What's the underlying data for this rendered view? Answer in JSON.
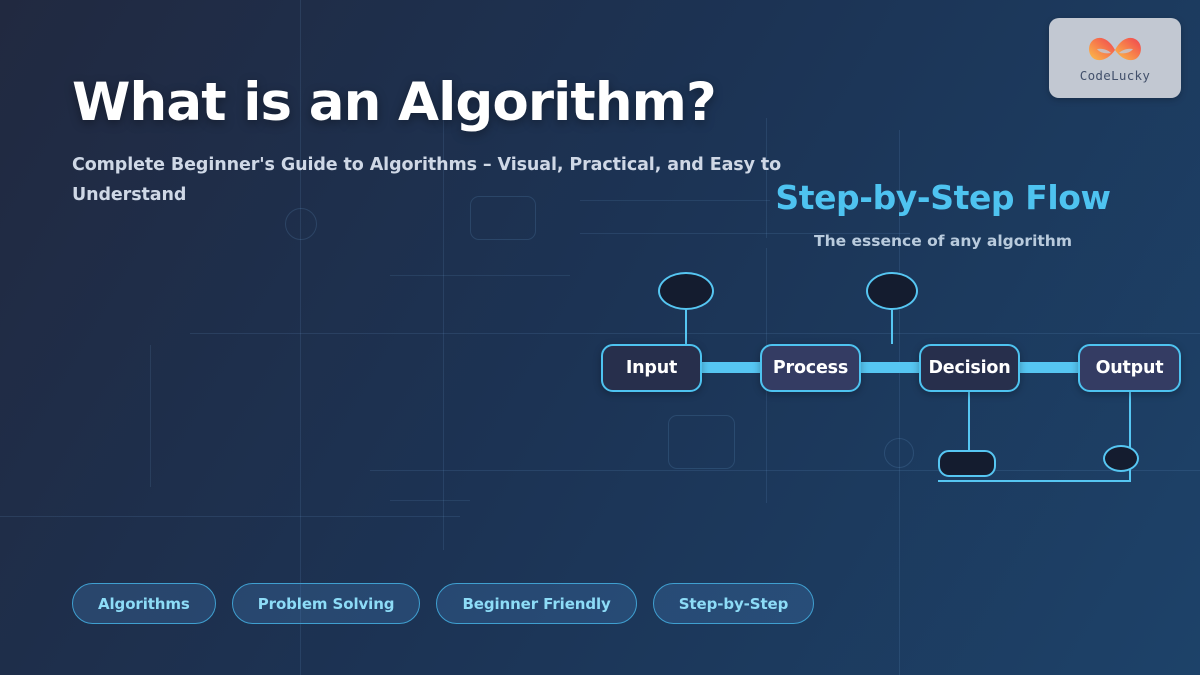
{
  "slide": {
    "headline": "What is an Algorithm?",
    "subheadline": "Complete Beginner's Guide to Algorithms – Visual, Practical, and Easy to Understand"
  },
  "brand": {
    "name": "CodeLucky",
    "logo_icon": "infinity-loop-icon",
    "gradient_from": "#f6a43c",
    "gradient_to": "#ef4444",
    "badge_bg": "#c2c8d2"
  },
  "panel": {
    "title": "Step-by-Step Flow",
    "subtitle": "The essence of any algorithm",
    "title_color": "#4ec3f0"
  },
  "flow": {
    "nodes": [
      {
        "label": "Input",
        "style": "dark"
      },
      {
        "label": "Process",
        "style": "violet"
      },
      {
        "label": "Decision",
        "style": "dark"
      },
      {
        "label": "Output",
        "style": "violet"
      }
    ],
    "accent_color": "#56c6f2",
    "node_text_color": "#ffffff"
  },
  "tags": [
    {
      "label": "Algorithms"
    },
    {
      "label": "Problem Solving"
    },
    {
      "label": "Beginner Friendly"
    },
    {
      "label": "Step-by-Step"
    }
  ],
  "theme": {
    "bg_from": "#212940",
    "bg_to": "#1d4269"
  }
}
